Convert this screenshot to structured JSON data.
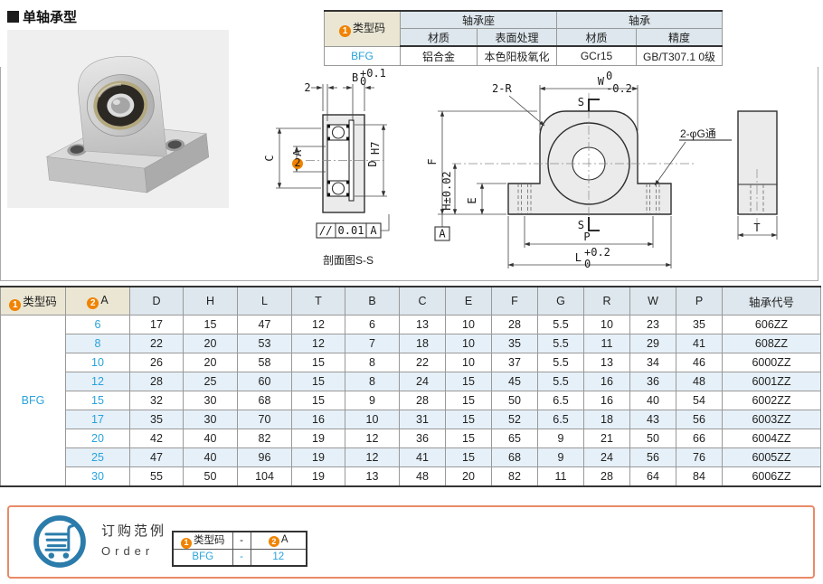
{
  "page": {
    "title": "单轴承型"
  },
  "colors": {
    "accent_blue": "#29a3dc",
    "badge_orange": "#f08300",
    "order_border": "#e98a68",
    "cart_blue": "#2b7cab",
    "header_blue": "#dde7ed",
    "header_beige": "#eae6d3",
    "row_stripe": "#e6f0f8"
  },
  "spec_table": {
    "type_code": {
      "badge": "1",
      "label": "类型码"
    },
    "groups": {
      "housing": "轴承座",
      "bearing": "轴承"
    },
    "cols": {
      "housing_material": "材质",
      "surface": "表面处理",
      "bearing_material": "材质",
      "precision": "精度"
    },
    "row": {
      "code": "BFG",
      "housing_material": "铝合金",
      "surface": "本色阳极氧化",
      "bearing_material": "GCr15",
      "precision": "GB/T307.1 0级"
    }
  },
  "drawing": {
    "section": {
      "dim_2": "2",
      "dim_B": "B",
      "dim_B_sup": "+0.1",
      "dim_B_sub": "0",
      "dim_C": "C",
      "dim_A_badge": "2",
      "dim_A": "A",
      "dim_D": "D",
      "dim_D_sub": "H7",
      "fcf_symbol": "//",
      "fcf_value": "0.01",
      "fcf_datum": "A",
      "caption": "剖面图S-S"
    },
    "front": {
      "corner_radius": "2-R",
      "dim_W": "W",
      "dim_W_sup": "0",
      "dim_W_sub": "-0.2",
      "section_mark_top": "S",
      "section_mark_bottom": "S",
      "dim_F": "F",
      "dim_H": "H±0.02",
      "dim_E": "E",
      "datum": "A",
      "holes": "2-φG通",
      "dim_P": "P",
      "dim_L": "L",
      "dim_L_sup": "+0.2",
      "dim_L_sub": "0"
    },
    "side": {
      "dim_T": "T"
    }
  },
  "main_table": {
    "header": {
      "type_code": {
        "badge": "1",
        "label": "类型码"
      },
      "a": {
        "badge": "2",
        "label": "A"
      },
      "d": "D",
      "h": "H",
      "l": "L",
      "t": "T",
      "b": "B",
      "c": "C",
      "e": "E",
      "f": "F",
      "g": "G",
      "r": "R",
      "w": "W",
      "p": "P",
      "code": "轴承代号"
    },
    "type_code": "BFG",
    "rows": [
      {
        "a": "6",
        "d": "17",
        "h": "15",
        "l": "47",
        "t": "12",
        "b": "6",
        "c": "13",
        "e": "10",
        "f": "28",
        "g": "5.5",
        "r": "10",
        "w": "23",
        "p": "35",
        "code": "606ZZ"
      },
      {
        "a": "8",
        "d": "22",
        "h": "20",
        "l": "53",
        "t": "12",
        "b": "7",
        "c": "18",
        "e": "10",
        "f": "35",
        "g": "5.5",
        "r": "11",
        "w": "29",
        "p": "41",
        "code": "608ZZ"
      },
      {
        "a": "10",
        "d": "26",
        "h": "20",
        "l": "58",
        "t": "15",
        "b": "8",
        "c": "22",
        "e": "10",
        "f": "37",
        "g": "5.5",
        "r": "13",
        "w": "34",
        "p": "46",
        "code": "6000ZZ"
      },
      {
        "a": "12",
        "d": "28",
        "h": "25",
        "l": "60",
        "t": "15",
        "b": "8",
        "c": "24",
        "e": "15",
        "f": "45",
        "g": "5.5",
        "r": "16",
        "w": "36",
        "p": "48",
        "code": "6001ZZ"
      },
      {
        "a": "15",
        "d": "32",
        "h": "30",
        "l": "68",
        "t": "15",
        "b": "9",
        "c": "28",
        "e": "15",
        "f": "50",
        "g": "6.5",
        "r": "16",
        "w": "40",
        "p": "54",
        "code": "6002ZZ"
      },
      {
        "a": "17",
        "d": "35",
        "h": "30",
        "l": "70",
        "t": "16",
        "b": "10",
        "c": "31",
        "e": "15",
        "f": "52",
        "g": "6.5",
        "r": "18",
        "w": "43",
        "p": "56",
        "code": "6003ZZ"
      },
      {
        "a": "20",
        "d": "42",
        "h": "40",
        "l": "82",
        "t": "19",
        "b": "12",
        "c": "36",
        "e": "15",
        "f": "65",
        "g": "9",
        "r": "21",
        "w": "50",
        "p": "66",
        "code": "6004ZZ"
      },
      {
        "a": "25",
        "d": "47",
        "h": "40",
        "l": "96",
        "t": "19",
        "b": "12",
        "c": "41",
        "e": "15",
        "f": "68",
        "g": "9",
        "r": "24",
        "w": "56",
        "p": "76",
        "code": "6005ZZ"
      },
      {
        "a": "30",
        "d": "55",
        "h": "50",
        "l": "104",
        "t": "19",
        "b": "13",
        "c": "48",
        "e": "20",
        "f": "82",
        "g": "11",
        "r": "28",
        "w": "64",
        "p": "84",
        "code": "6006ZZ"
      }
    ]
  },
  "order": {
    "title_cn": "订购范例",
    "title_en": "Order",
    "table": {
      "header": {
        "type_code": {
          "badge": "1",
          "label": "类型码"
        },
        "sep": "-",
        "a": {
          "badge": "2",
          "label": "A"
        }
      },
      "row": {
        "code": "BFG",
        "sep": "-",
        "a": "12"
      }
    }
  }
}
